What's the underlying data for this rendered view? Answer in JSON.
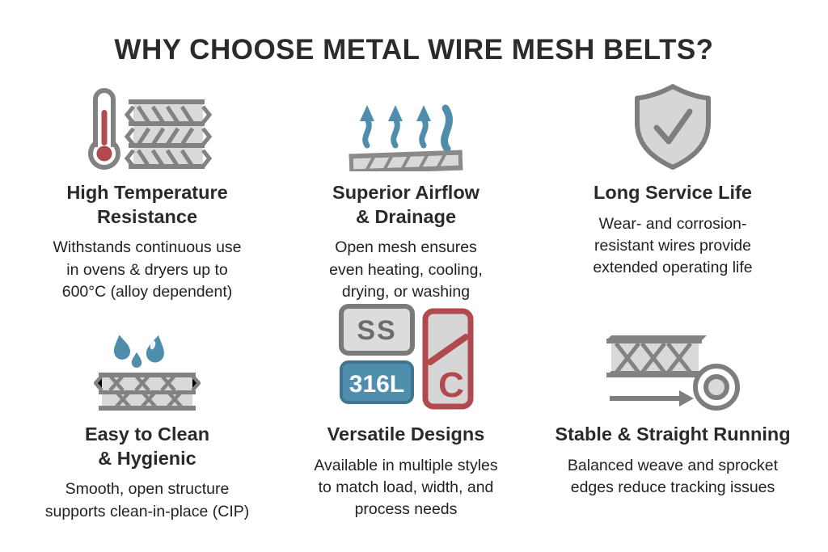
{
  "page": {
    "title": "WHY CHOOSE METAL WIRE MESH BELTS?",
    "background": "#ffffff"
  },
  "colors": {
    "icon_gray": "#7e7e7e",
    "icon_light_fill": "#d9d9d9",
    "accent_red": "#b14a4f",
    "accent_blue": "#4e8dac",
    "title_text": "#2a2a2a",
    "body_text": "#222222"
  },
  "cards": [
    {
      "id": "high-temperature-resistance",
      "icon": "thermometer-mesh-icon",
      "title": "High Temperature\nResistance",
      "body": "Withstands continuous use\nin ovens & dryers up to\n600°C (alloy dependent)"
    },
    {
      "id": "superior-airflow-drainage",
      "icon": "airflow-arrows-icon",
      "title": "Superior Airflow\n& Drainage",
      "body": "Open mesh ensures\neven heating, cooling,\ndrying, or washing"
    },
    {
      "id": "long-service-life",
      "icon": "shield-check-icon",
      "title": "Long Service Life",
      "body": "Wear- and corrosion-\nresistant wires provide\nextended operating life"
    },
    {
      "id": "easy-to-clean-hygienic",
      "icon": "water-drops-mesh-icon",
      "title": "Easy to Clean\n& Hygienic",
      "body": "Smooth, open structure\nsupports clean-in-place (CIP)"
    },
    {
      "id": "versatile-designs",
      "icon": "material-badges-icon",
      "title": "Versatile Designs",
      "body": "Available in multiple styles\nto match load, width, and\nprocess needs",
      "icon_labels": {
        "ss": "SS",
        "grade": "316L",
        "c": "C"
      }
    },
    {
      "id": "stable-straight-running",
      "icon": "belt-sprocket-icon",
      "title": "Stable & Straight Running",
      "body": "Balanced weave and sprocket\nedges reduce tracking issues"
    }
  ]
}
